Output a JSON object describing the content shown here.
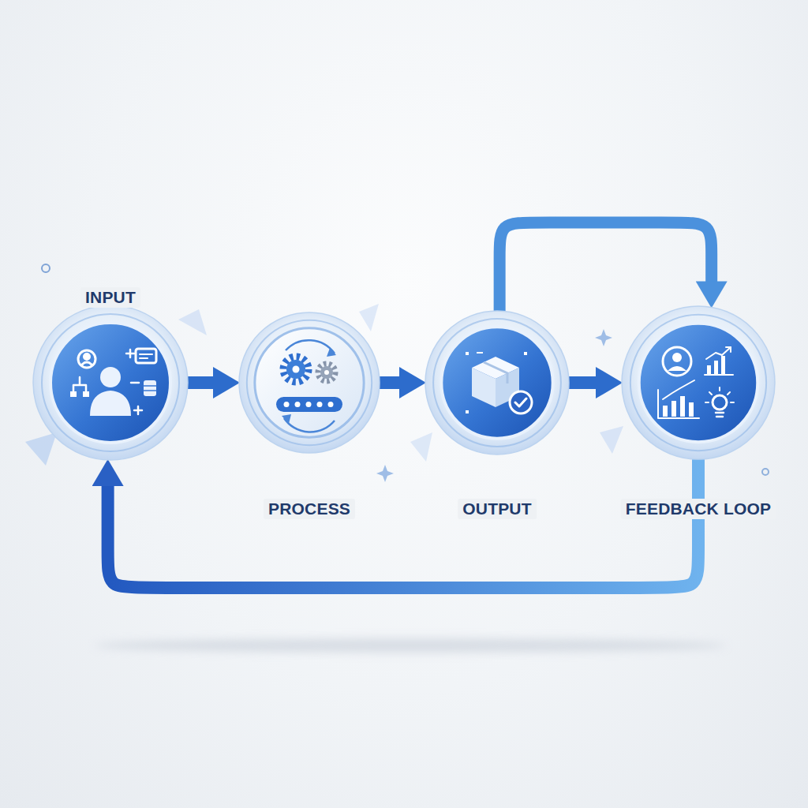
{
  "diagram": {
    "nodes": [
      {
        "text": [
          "INPUT"
        ]
      },
      {
        "text": [
          "PROCESS"
        ]
      },
      {
        "text": [
          "OUTPUT"
        ]
      },
      {
        "text": [
          "FEEDBACK LOOP"
        ]
      }
    ],
    "edges": [
      {
        "from": 0,
        "to": 1,
        "arrow": "to"
      },
      {
        "from": 1,
        "to": 2,
        "arrow": "to"
      },
      {
        "from": 2,
        "to": 3,
        "arrow": "to"
      },
      {
        "from": 2,
        "to": 3,
        "arrow": "to"
      },
      {
        "from": 3,
        "to": 0,
        "arrow": "to"
      }
    ]
  }
}
